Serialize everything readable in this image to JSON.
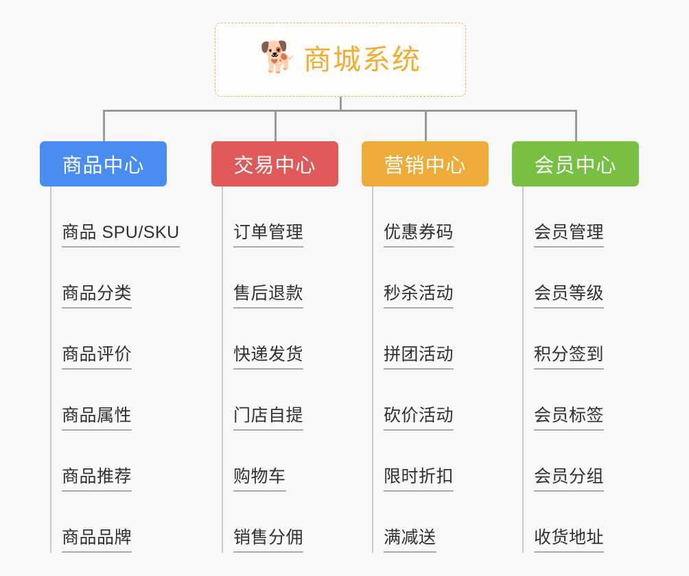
{
  "diagram": {
    "title": "商城系统",
    "type": "功能架构图",
    "root": {
      "label": "商城系统",
      "icon": "shiba-dog-icon",
      "icon_glyph": "🐕",
      "text_color": "#f0ad32",
      "border_color": "#e8b84b",
      "background": "#fdfdfb"
    },
    "background_color": "#f8f8f8",
    "connector_color": "#9a9a9a",
    "leaf_line_color": "#aaaaaa",
    "leaf_text_color": "#2f3033",
    "columns": [
      {
        "id": "product-center",
        "label": "商品中心",
        "color": "#4a8df0",
        "items": [
          "商品 SPU/SKU",
          "商品分类",
          "商品评价",
          "商品属性",
          "商品推荐",
          "商品品牌"
        ]
      },
      {
        "id": "trade-center",
        "label": "交易中心",
        "color": "#e05a59",
        "items": [
          "订单管理",
          "售后退款",
          "快递发货",
          "门店自提",
          "购物车",
          "销售分佣"
        ]
      },
      {
        "id": "marketing-center",
        "label": "营销中心",
        "color": "#eeab3a",
        "items": [
          "优惠券码",
          "秒杀活动",
          "拼团活动",
          "砍价活动",
          "限时折扣",
          "满减送"
        ]
      },
      {
        "id": "member-center",
        "label": "会员中心",
        "color": "#77c044",
        "items": [
          "会员管理",
          "会员等级",
          "积分签到",
          "会员标签",
          "会员分组",
          "收货地址"
        ]
      }
    ]
  }
}
